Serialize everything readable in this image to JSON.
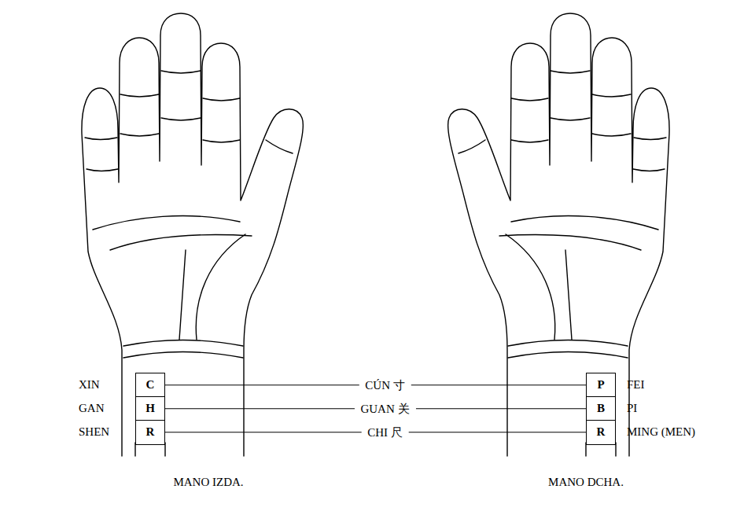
{
  "diagram": {
    "nodes": [
      {
        "text": [
          "C"
        ]
      },
      {
        "text": [
          "H"
        ]
      },
      {
        "text": [
          "R"
        ]
      },
      {
        "text": [
          "P"
        ]
      },
      {
        "text": [
          "B"
        ]
      },
      {
        "text": [
          "R"
        ]
      }
    ],
    "edges": [
      {
        "from": 0,
        "to": 3,
        "arrow": "none",
        "label": "CÚN 寸"
      },
      {
        "from": 1,
        "to": 4,
        "arrow": "none",
        "label": "GUAN 关"
      },
      {
        "from": 2,
        "to": 5,
        "arrow": "none",
        "label": "CHI 尺"
      }
    ],
    "labels": [
      "XIN",
      "GAN",
      "SHEN",
      "FEI",
      "PI",
      "MING (MEN)",
      "MANO IZDA.",
      "MANO DCHA."
    ]
  }
}
